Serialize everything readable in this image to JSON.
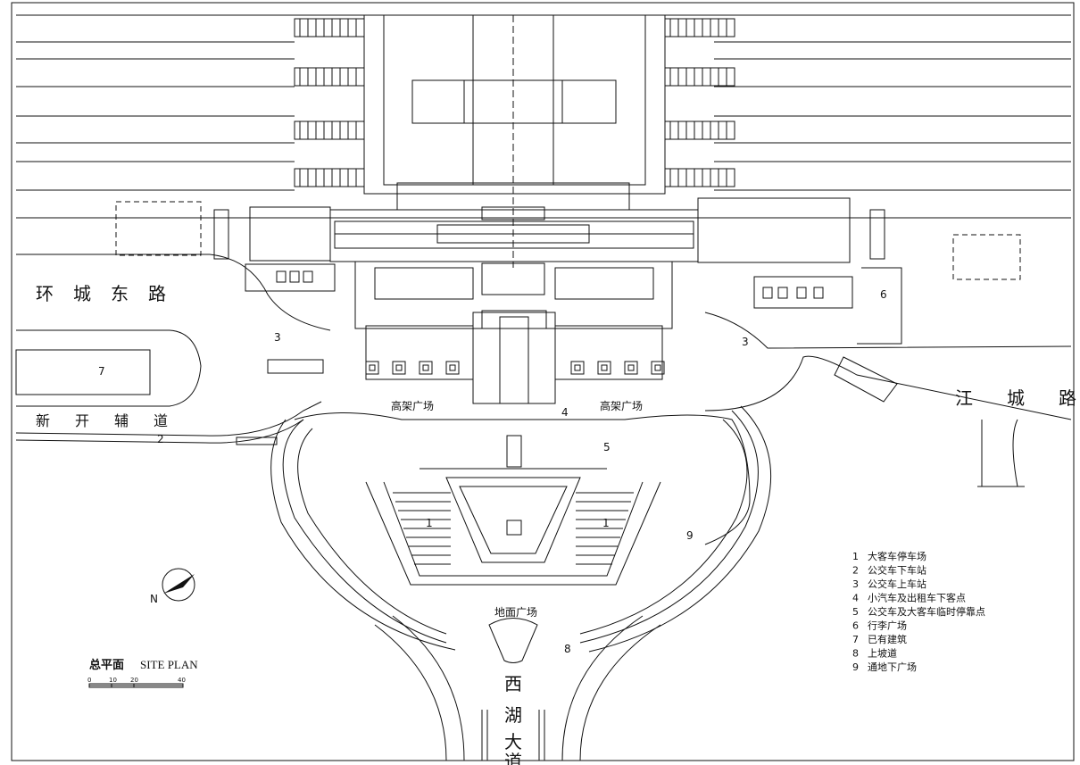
{
  "roads": {
    "huancheng_east": "环城东路",
    "xinkai_aux": "新开辅道",
    "jiangcheng": "江城路",
    "xihu_avenue": "西湖大道"
  },
  "plazas": {
    "elevated_left": "高架广场",
    "elevated_right": "高架广场",
    "ground": "地面广场"
  },
  "markers": {
    "m1a": "1",
    "m1b": "1",
    "m2": "2",
    "m3a": "3",
    "m3b": "3",
    "m4": "4",
    "m5": "5",
    "m6": "6",
    "m7": "7",
    "m8": "8",
    "m9": "9"
  },
  "title": {
    "cn": "总平面",
    "en": "SITE PLAN"
  },
  "scale": {
    "ticks": [
      "0",
      "10",
      "20",
      "40"
    ]
  },
  "north": "N",
  "legend": [
    {
      "num": "1",
      "text": "大客车停车场"
    },
    {
      "num": "2",
      "text": "公交车下车站"
    },
    {
      "num": "3",
      "text": "公交车上车站"
    },
    {
      "num": "4",
      "text": "小汽车及出租车下客点"
    },
    {
      "num": "5",
      "text": "公交车及大客车临时停靠点"
    },
    {
      "num": "6",
      "text": "行李广场"
    },
    {
      "num": "7",
      "text": "已有建筑"
    },
    {
      "num": "8",
      "text": "上坡道"
    },
    {
      "num": "9",
      "text": "通地下广场"
    }
  ]
}
